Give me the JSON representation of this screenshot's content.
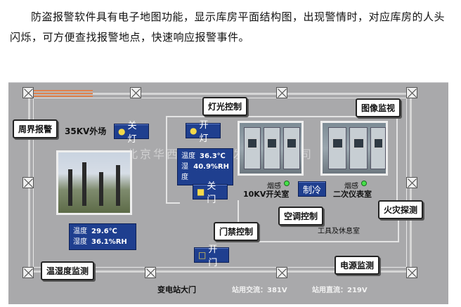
{
  "intro_text": "防盗报警软件具有电子地图功能，显示库房平面结构图，出现警情时，对应库房的人头闪烁，可方便查找报警地点，快速响应报警事件。",
  "callouts": {
    "perimeter_alarm": "周界报警",
    "light_control": "灯光控制",
    "video_monitor": "图像监视",
    "ac_control": "空调控制",
    "fire_detect": "火灾探测",
    "door_control": "门禁控制",
    "temp_humidity": "温湿度监测",
    "power_monitor": "电源监测"
  },
  "buttons": {
    "light_off_outdoor": "关灯",
    "light_on": "开灯",
    "door_close": "关门",
    "cooling": "制冷",
    "door_open": "开门"
  },
  "labels": {
    "outdoor_35kv": "35KV外场",
    "room_10kv": "10KV开关室",
    "room_secondary": "二次仪表室",
    "smoke1": "烟感",
    "smoke2": "烟感",
    "tool_room": "工具及休息室",
    "gate": "变电站大门",
    "ac_station": "站用交流：381V",
    "dc_station": "站用直流：219V",
    "watermark": "北京华西技术科技发展有限公司"
  },
  "readout_outdoor": {
    "temp_label": "温度",
    "temp_value": "29.6℃",
    "hum_label": "湿度",
    "hum_value": "36.1%RH"
  },
  "readout_room": {
    "temp_label": "温度",
    "temp_value": "36.3℃",
    "hum_label": "湿度",
    "hum_value": "40.9%RH"
  },
  "icons": {
    "bulb": "bulb-icon",
    "lock": "lock-icon"
  },
  "colors": {
    "panel_bg": "#a9a9ab",
    "button_bg": "#1f3f8f",
    "led": "#46e14a",
    "fence_alarm": "#e0824e"
  }
}
